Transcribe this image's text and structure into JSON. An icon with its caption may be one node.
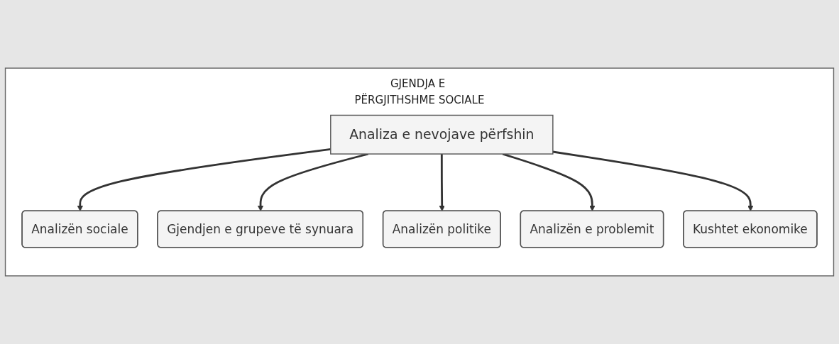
{
  "diagram": {
    "nodes": [
      {
        "text": [
          "GJENDJA E PËRGJITHSHME SOCIALE"
        ]
      },
      {
        "text": [
          "Analiza e nevojave përfshin"
        ],
        "in": 0
      },
      {
        "text": [
          "Analizën sociale"
        ],
        "in": 0
      },
      {
        "text": [
          "Gjendjen e grupeve të synuara"
        ],
        "in": 0
      },
      {
        "text": [
          "Analizën politike"
        ],
        "in": 0
      },
      {
        "text": [
          "Analizën e problemit"
        ],
        "in": 0
      },
      {
        "text": [
          "Kushtet ekonomike"
        ],
        "in": 0
      }
    ],
    "edges": [
      {
        "from": 1,
        "to": 2,
        "arrow": "to"
      },
      {
        "from": 1,
        "to": 3,
        "arrow": "to"
      },
      {
        "from": 1,
        "to": 4,
        "arrow": "to"
      },
      {
        "from": 1,
        "to": 5,
        "arrow": "to"
      },
      {
        "from": 1,
        "to": 6,
        "arrow": "to"
      }
    ]
  }
}
